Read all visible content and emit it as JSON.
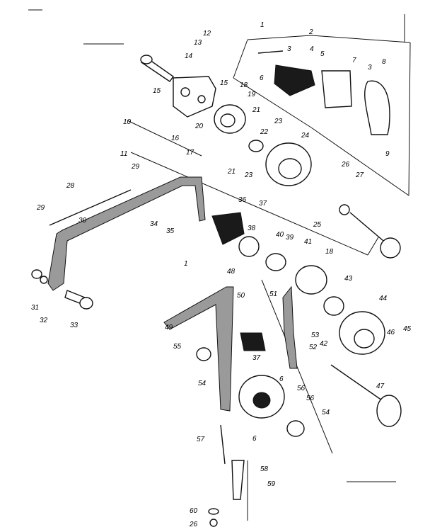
{
  "diagram": {
    "labels": [
      "1",
      "1",
      "2",
      "3",
      "3",
      "4",
      "5",
      "6",
      "7",
      "8",
      "9",
      "10",
      "11",
      "12",
      "13",
      "14",
      "15",
      "15",
      "16",
      "17",
      "18",
      "18",
      "19",
      "20",
      "21",
      "21",
      "22",
      "23",
      "23",
      "24",
      "25",
      "26",
      "27",
      "28",
      "29",
      "29",
      "30",
      "31",
      "32",
      "33",
      "34",
      "35",
      "36",
      "37",
      "37",
      "38",
      "39",
      "40",
      "41",
      "42",
      "43",
      "44",
      "45",
      "46",
      "47",
      "48",
      "49",
      "50",
      "51",
      "52",
      "53",
      "54",
      "54",
      "55",
      "56",
      "56",
      "57",
      "58",
      "59",
      "60",
      "26",
      "6",
      "6"
    ]
  }
}
